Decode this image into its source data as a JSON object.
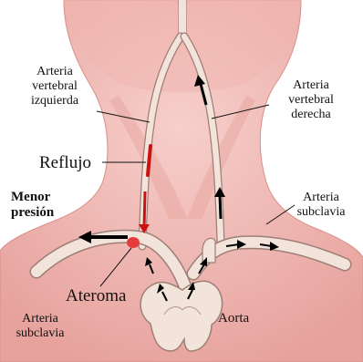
{
  "labels": {
    "left_vertebral": [
      "Arteria",
      "vertebral",
      "izquierda"
    ],
    "right_vertebral": [
      "Arteria",
      "vertebral",
      "derecha"
    ],
    "reflux": "Reflujo",
    "lower_pressure": [
      "Menor",
      "presión"
    ],
    "right_subclavian": [
      "Arteria",
      "subclavia"
    ],
    "left_subclavian": [
      "Arteria",
      "subclavia"
    ],
    "atheroma": "Ateroma",
    "aorta": "Aorta"
  },
  "colors": {
    "skin": "#f2c2bf",
    "skin_dark": "#e39e9a",
    "vessel": "#f3e4db",
    "vessel_edge": "#9e7f75",
    "reflux_red": "#cc1111",
    "arrow_black": "#000000",
    "atheroma_red": "#e43c3c"
  }
}
